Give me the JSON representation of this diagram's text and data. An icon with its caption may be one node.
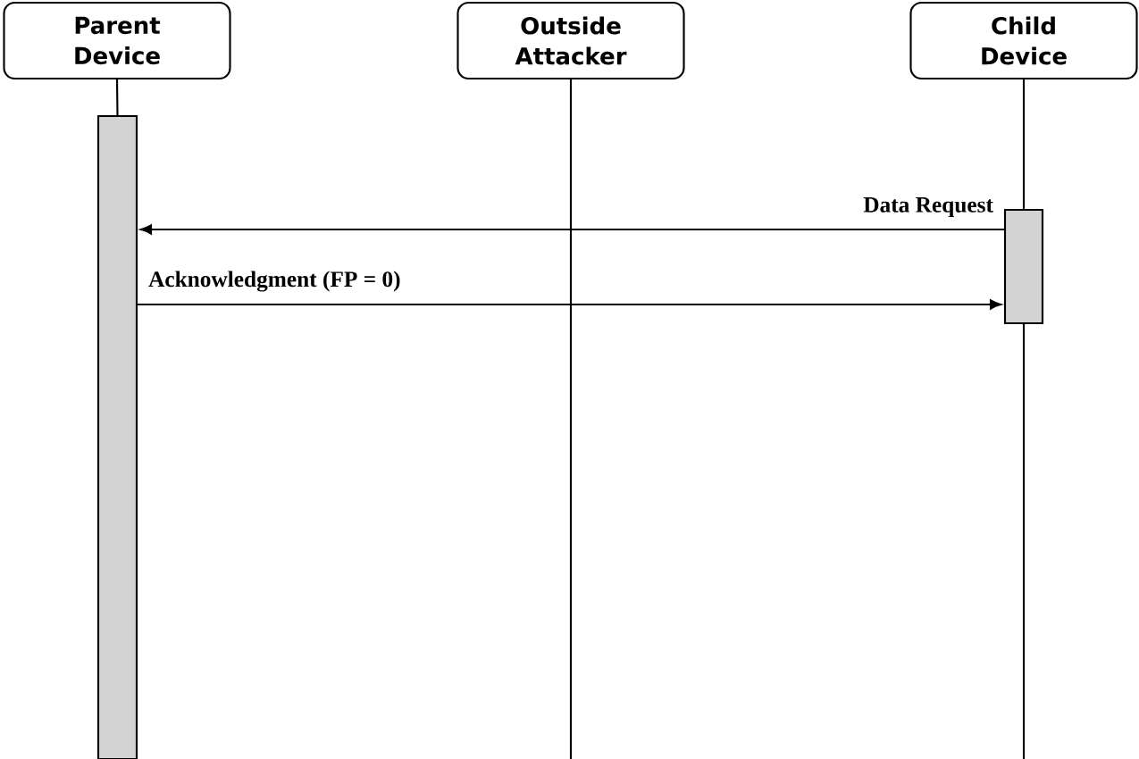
{
  "diagram": {
    "nodes": [
      {
        "text": [
          "Parent Device"
        ]
      },
      {
        "text": [
          "Outside Attacker"
        ]
      },
      {
        "text": [
          "Child Device"
        ]
      },
      {
        "text": [],
        "shape": "bar"
      },
      {
        "text": [],
        "shape": "bar"
      }
    ],
    "edges": [
      {
        "from": 0,
        "to": 3,
        "arrow": "none"
      },
      {
        "from": 1,
        "to": null,
        "arrow": "none"
      },
      {
        "from": 2,
        "to": 4,
        "arrow": "none"
      },
      {
        "from": 4,
        "to": null,
        "arrow": "none"
      },
      {
        "from": 4,
        "to": 3,
        "arrow": "to",
        "label": "Data Request"
      },
      {
        "from": 3,
        "to": 4,
        "arrow": "to",
        "label": "Acknowledgment (FP = 0)"
      }
    ]
  }
}
